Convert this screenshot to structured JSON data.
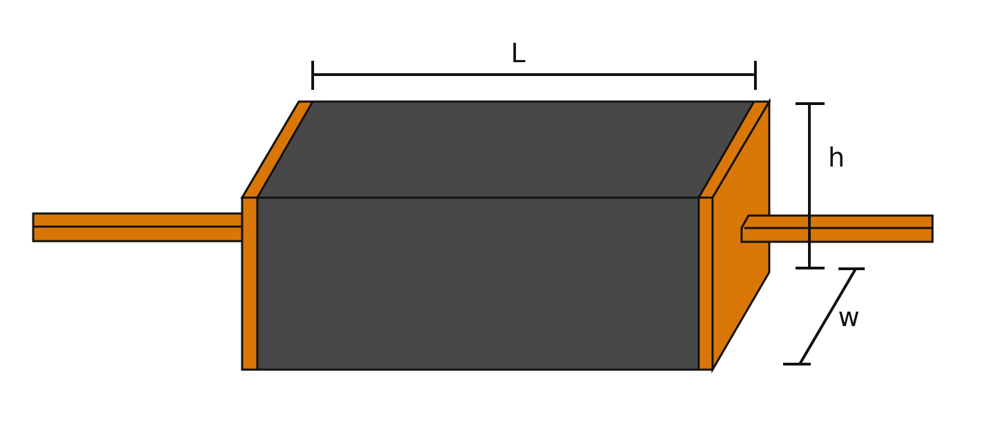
{
  "labels": {
    "length": "L",
    "height": "h",
    "width": "w"
  },
  "colors": {
    "body": "#484848",
    "terminal": "#D97706",
    "outline": "#111111",
    "background": "#ffffff"
  }
}
